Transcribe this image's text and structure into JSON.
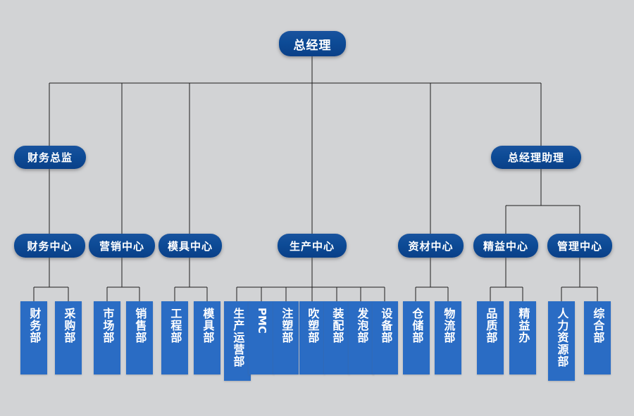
{
  "theme": {
    "background": "#d2d3d5",
    "node_blue_dark": "#0d4b96",
    "dept_blue": "#2a6cc4",
    "line_color": "#1d1d1d",
    "text_color": "#ffffff"
  },
  "chart_data": {
    "type": "diagram",
    "title": "组织架构图",
    "orientation": "top-down",
    "levels": 4
  },
  "nodes": {
    "general_manager": {
      "label": "总经理",
      "level": 1
    },
    "finance_director": {
      "label": "财务总监",
      "level": 2
    },
    "gm_assistant": {
      "label": "总经理助理",
      "level": 2
    },
    "centers": [
      {
        "id": "finance_center",
        "label": "财务中心"
      },
      {
        "id": "marketing_center",
        "label": "营销中心"
      },
      {
        "id": "mold_center",
        "label": "模具中心"
      },
      {
        "id": "production_center",
        "label": "生产中心"
      },
      {
        "id": "material_center",
        "label": "资材中心"
      },
      {
        "id": "lean_center",
        "label": "精益中心"
      },
      {
        "id": "management_center",
        "label": "管理中心"
      }
    ],
    "departments": [
      {
        "id": "finance_dept",
        "label": "财务部",
        "parent": "finance_center",
        "latin": false
      },
      {
        "id": "purchasing_dept",
        "label": "采购部",
        "parent": "finance_center",
        "latin": false
      },
      {
        "id": "market_dept",
        "label": "市场部",
        "parent": "marketing_center",
        "latin": false
      },
      {
        "id": "sales_dept",
        "label": "销售部",
        "parent": "marketing_center",
        "latin": false
      },
      {
        "id": "engineering_dept",
        "label": "工程部",
        "parent": "mold_center",
        "latin": false
      },
      {
        "id": "mold_dept",
        "label": "模具部",
        "parent": "mold_center",
        "latin": false
      },
      {
        "id": "prod_ops_dept",
        "label": "生产运营部",
        "parent": "production_center",
        "latin": false
      },
      {
        "id": "pmc_dept",
        "label": "PMC",
        "parent": "production_center",
        "latin": true
      },
      {
        "id": "injection_dept",
        "label": "注塑部",
        "parent": "production_center",
        "latin": false
      },
      {
        "id": "blow_mold_dept",
        "label": "吹塑部",
        "parent": "production_center",
        "latin": false
      },
      {
        "id": "assembly_dept",
        "label": "装配部",
        "parent": "production_center",
        "latin": false
      },
      {
        "id": "foaming_dept",
        "label": "发泡部",
        "parent": "production_center",
        "latin": false
      },
      {
        "id": "equipment_dept",
        "label": "设备部",
        "parent": "production_center",
        "latin": false
      },
      {
        "id": "warehouse_dept",
        "label": "仓储部",
        "parent": "material_center",
        "latin": false
      },
      {
        "id": "logistics_dept",
        "label": "物流部",
        "parent": "material_center",
        "latin": false
      },
      {
        "id": "quality_dept",
        "label": "品质部",
        "parent": "lean_center",
        "latin": false
      },
      {
        "id": "lean_office",
        "label": "精益办",
        "parent": "lean_center",
        "latin": false
      },
      {
        "id": "hr_dept",
        "label": "人力资源部",
        "parent": "management_center",
        "latin": false
      },
      {
        "id": "general_affairs",
        "label": "综合部",
        "parent": "management_center",
        "latin": false
      }
    ]
  }
}
